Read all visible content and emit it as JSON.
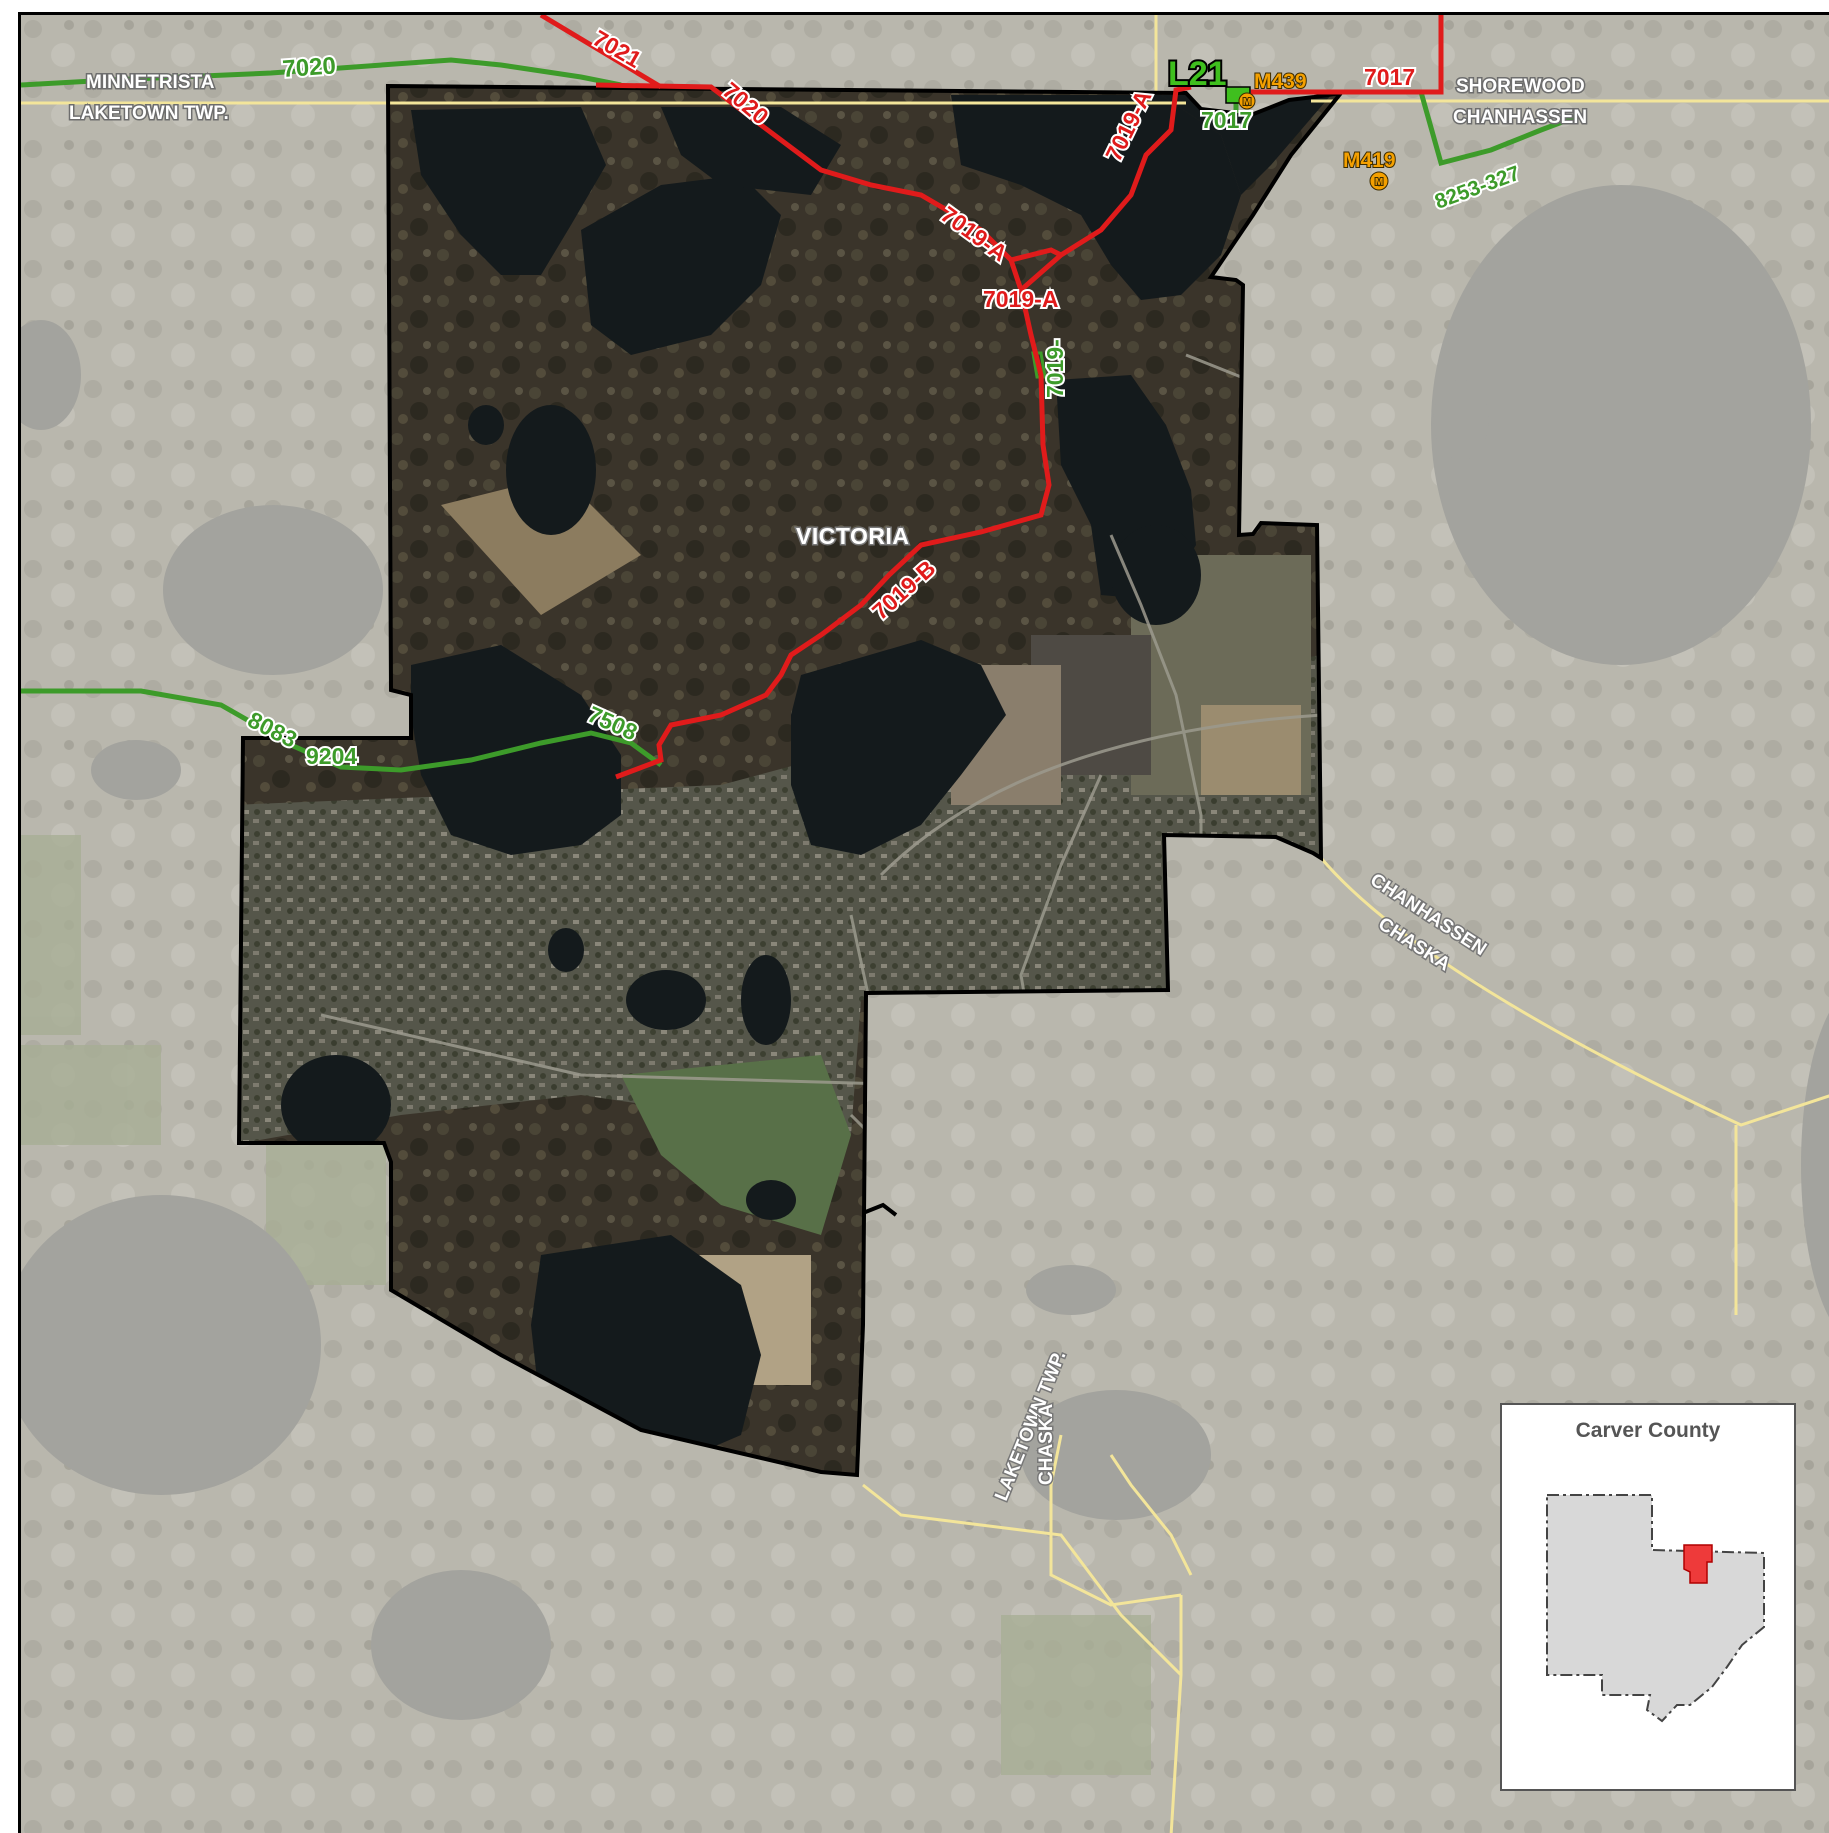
{
  "colors": {
    "aerial_dark": "#3a342a",
    "outside_gray": "#b9b7ad",
    "water": "#141a1c",
    "boundary": "#000000",
    "route_red": "#e01b1b",
    "route_green": "#3d9b2a",
    "municipal_line": "#f3e59a",
    "marker_orange": "#f4a000"
  },
  "places": {
    "victoria": "VICTORIA",
    "minnetrista": "MINNETRISTA",
    "laketown_twp_nw": "LAKETOWN TWP.",
    "shorewood": "SHOREWOOD",
    "chanhassen_ne": "CHANHASSEN",
    "chanhassen_e": "CHANHASSEN",
    "chaska_e": "CHASKA",
    "laketown_twp_s": "LAKETOWN TWP.",
    "chaska_s": "CHASKA"
  },
  "routes": {
    "r7021": "7021",
    "r7020_red": "7020",
    "r7020_green": "7020",
    "r7019a_n": "7019-A",
    "r7019a_mid": "7019-A",
    "r7019a_c": "7019-A",
    "r7019_green": "7019-",
    "r7019b": "7019-B",
    "r7017_red": "7017",
    "r7017_green": "7017",
    "r8253": "8253-327",
    "r8083": "8083",
    "r9204": "9204",
    "r7508": "7508",
    "l21": "L21",
    "m439": "M439",
    "m419": "M419",
    "marker_m": "M"
  },
  "inset": {
    "title": "Carver County"
  }
}
